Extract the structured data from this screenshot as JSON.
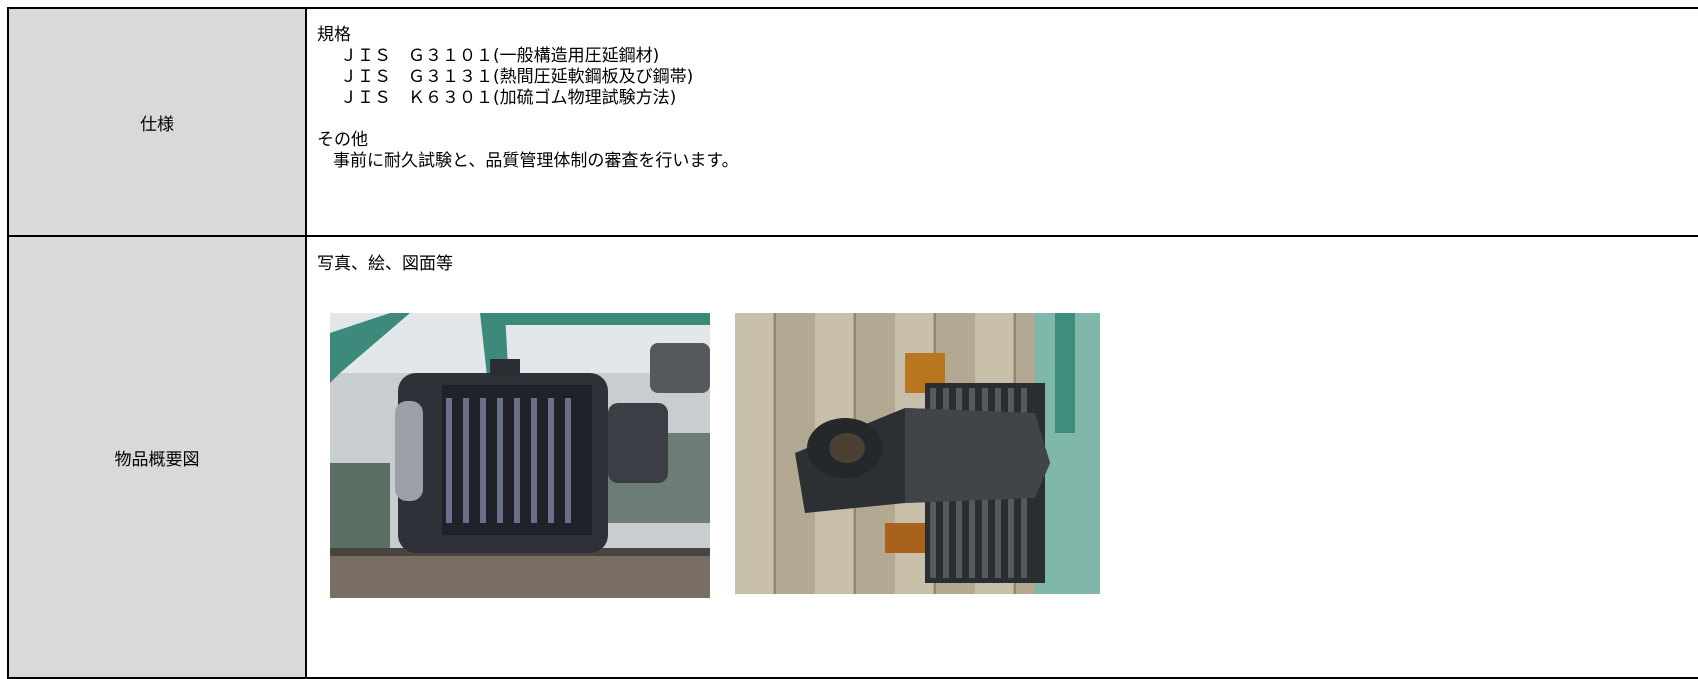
{
  "rows": {
    "spec": {
      "label": "仕様",
      "standards_heading": "規格",
      "standards": [
        "ＪＩＳ　Ｇ３１０１(一般構造用圧延鋼材)",
        "ＪＩＳ　Ｇ３１３１(熱間圧延軟鋼板及び鋼帯)",
        "ＪＩＳ　Ｋ６３０１(加硫ゴム物理試験方法)"
      ],
      "other_heading": "その他",
      "other_text": "事前に耐久試験と、品質管理体制の審査を行います。"
    },
    "figure": {
      "label": "物品概要図",
      "caption": "写真、絵、図面等"
    }
  },
  "colors": {
    "label_background": "#d9d9d9",
    "border": "#000000"
  }
}
